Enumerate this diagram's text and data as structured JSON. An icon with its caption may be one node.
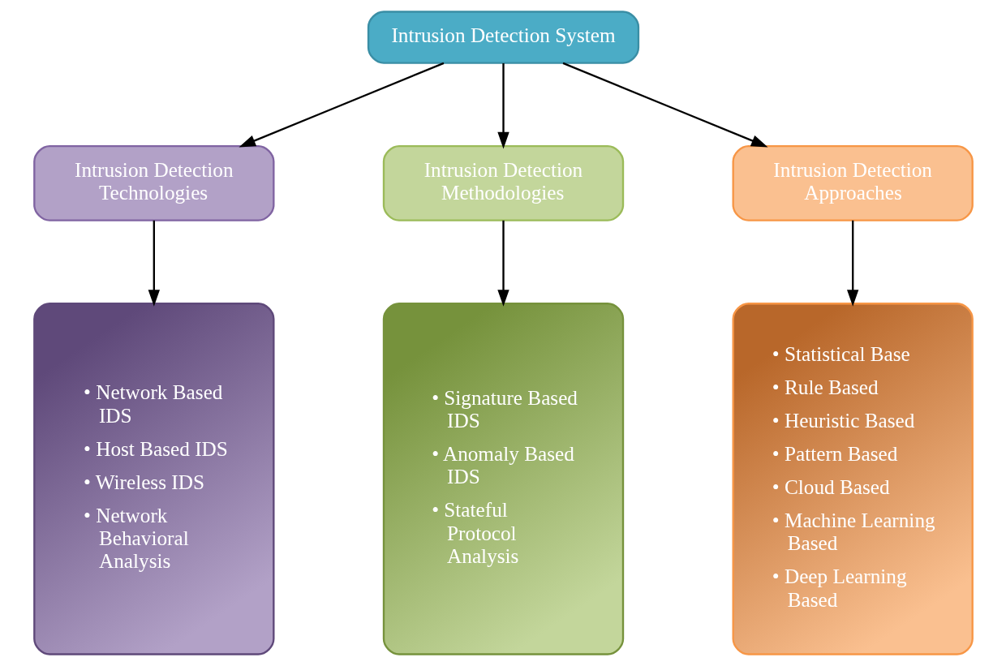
{
  "diagram": {
    "nodes": [
      {
        "text": [
          "Intrusion Detection System"
        ]
      },
      {
        "text": [
          "Intrusion Detection Technologies"
        ]
      },
      {
        "text": [
          "Intrusion Detection Methodologies"
        ]
      },
      {
        "text": [
          "Intrusion Detection Approaches"
        ]
      },
      {
        "text": [
          "• Network Based IDS",
          "• Host Based IDS",
          "• Wireless IDS",
          "• Network Behavioral Analysis"
        ]
      },
      {
        "text": [
          "• Signature Based IDS",
          "• Anomaly Based IDS",
          "• Stateful Protocol Analysis"
        ]
      },
      {
        "text": [
          "• Statistical Base",
          "• Rule Based",
          "• Heuristic Based",
          "• Pattern Based",
          "• Cloud Based",
          "• Machine Learning Based",
          "• Deep Learning Based"
        ]
      }
    ],
    "edges": [
      {
        "from": 0,
        "to": 1,
        "arrow": "to"
      },
      {
        "from": 0,
        "to": 2,
        "arrow": "to"
      },
      {
        "from": 0,
        "to": 3,
        "arrow": "to"
      },
      {
        "from": 1,
        "to": 4,
        "arrow": "to"
      },
      {
        "from": 2,
        "to": 5,
        "arrow": "to"
      },
      {
        "from": 3,
        "to": 6,
        "arrow": "to"
      }
    ]
  }
}
